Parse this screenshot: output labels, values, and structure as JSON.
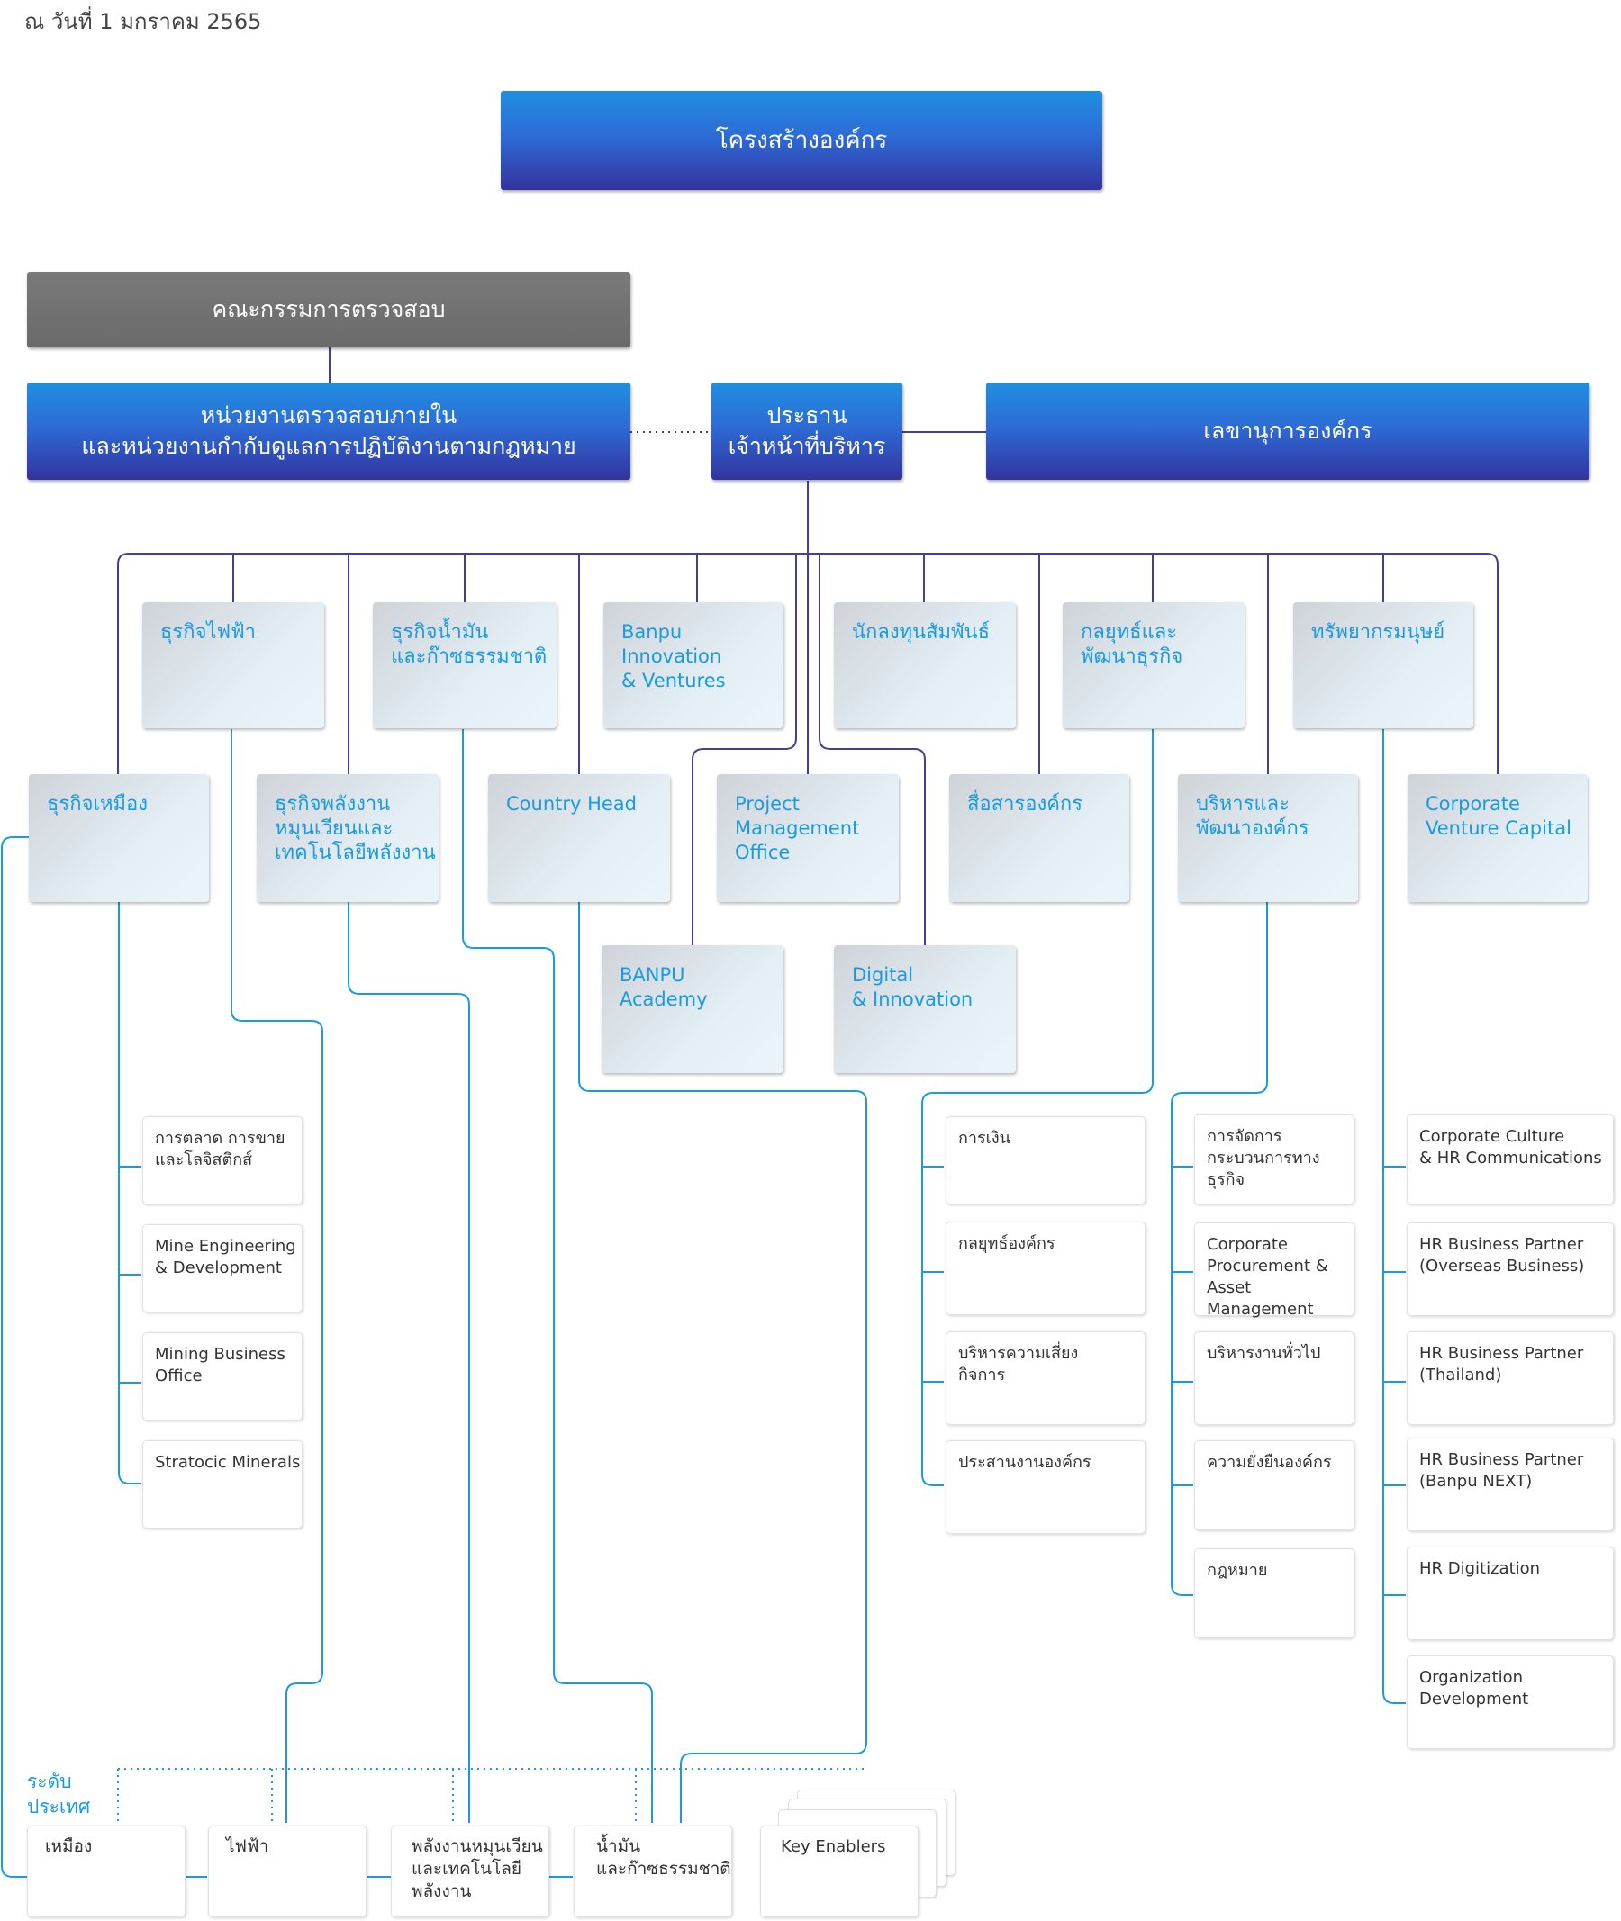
{
  "date_text": "ณ วันที่ 1 มกราคม 2565",
  "title": "โครงสร้างองค์กร",
  "top": {
    "audit_committee": "คณะกรรมการตรวจสอบ",
    "internal_audit": "หน่วยงานตรวจสอบภายใน\nและหน่วยงานกำกับดูแลการปฏิบัติงานตามกฎหมาย",
    "ceo": "ประธาน\nเจ้าหน้าที่บริหาร",
    "corporate_secretary": "เลขานุการองค์กร"
  },
  "units_row1": [
    "ธุรกิจไฟฟ้า",
    "ธุรกิจน้ำมัน\nและก๊าซธรรมชาติ",
    "Banpu\nInnovation\n& Ventures",
    "นักลงทุนสัมพันธ์",
    "กลยุทธ์และ\nพัฒนาธุรกิจ",
    "ทรัพยากรมนุษย์"
  ],
  "units_row2": [
    "ธุรกิจเหมือง",
    "ธุรกิจพลังงาน\nหมุนเวียนและ\nเทคโนโลยีพลังงาน",
    "Country Head",
    "Project\nManagement\nOffice",
    "สื่อสารองค์กร",
    "บริหารและ\nพัฒนาองค์กร",
    "Corporate\nVenture Capital"
  ],
  "units_row3": [
    "BANPU\nAcademy",
    "Digital\n& Innovation"
  ],
  "mining_sub": [
    "การตลาด การขาย\nและโลจิสติกส์",
    "Mine Engineering\n& Development",
    "Mining Business\nOffice",
    "Stratocic Minerals"
  ],
  "strategy_sub": [
    "การเงิน",
    "กลยุทธ์องค์กร",
    "บริหารความเสี่ยง\nกิจการ",
    "ประสานงานองค์กร"
  ],
  "admin_sub": [
    "การจัดการ\nกระบวนการทาง\nธุรกิจ",
    "Corporate\nProcurement &\nAsset Management",
    "บริหารงานทั่วไป",
    "ความยั่งยืนองค์กร",
    "กฎหมาย"
  ],
  "hr_sub": [
    "Corporate Culture\n& HR Communications",
    "HR Business Partner\n(Overseas Business)",
    "HR Business Partner\n(Thailand)",
    "HR Business Partner\n(Banpu NEXT)",
    "HR Digitization",
    "Organization\nDevelopment"
  ],
  "country_level_label": "ระดับ\nประเทศ",
  "country_level": [
    "เหมือง",
    "ไฟฟ้า",
    "พลังงานหมุนเวียน\nและเทคโนโลยี\nพลังงาน",
    "น้ำมัน\nและก๊าซธรรมชาติ",
    "Key Enablers"
  ],
  "colors": {
    "header_top": "#1f8fe0",
    "header_bottom": "#33339f",
    "audit_gray": "#6e6e6e",
    "unit_text": "#1a9be0",
    "purple_line": "#4b3c8f",
    "blue_line": "#1a9be0"
  }
}
